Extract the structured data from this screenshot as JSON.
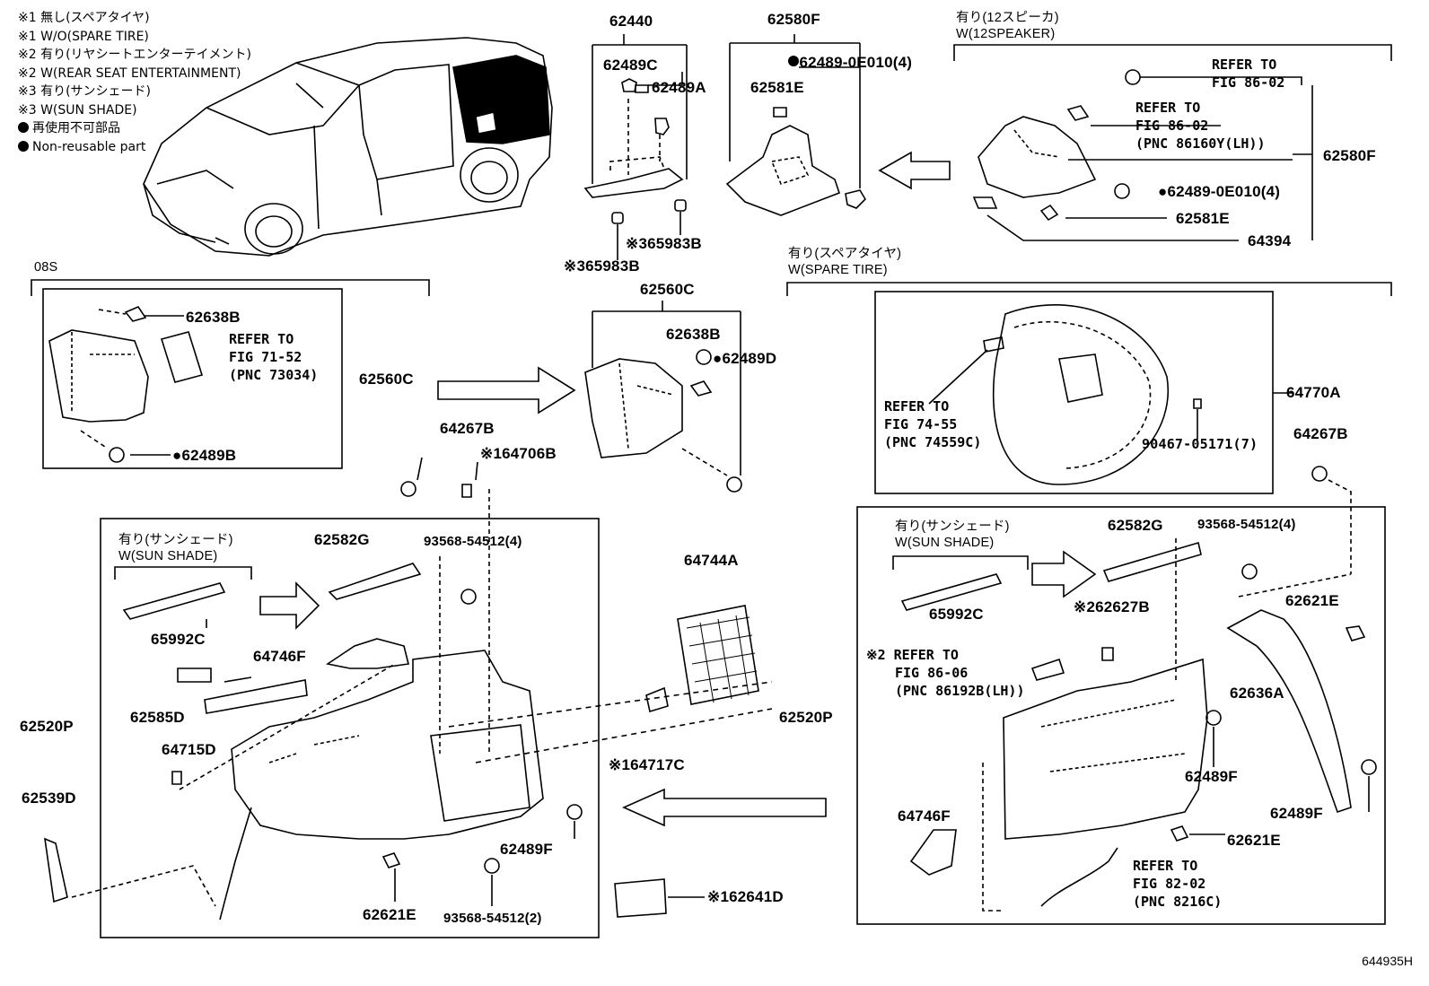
{
  "legend": [
    "※1 無し(スペアタイヤ)",
    "※1 W/O(SPARE TIRE)",
    "※2 有り(リヤシートエンターテイメント)",
    "※2 W(REAR SEAT ENTERTAINMENT)",
    "※3 有り(サンシェード)",
    "※3 W(SUN SHADE)",
    "再使用不可部品",
    "Non-reusable part"
  ],
  "figure_code": "644935H",
  "group_notes": {
    "o8s": "08S",
    "speaker_jp": "有り(12スピーカ)",
    "speaker_en": "W(12SPEAKER)",
    "spare_jp": "有り(スペアタイヤ)",
    "spare_en": "W(SPARE TIRE)",
    "sun_left_jp": "有り(サンシェード)",
    "sun_left_en": "W(SUN SHADE)",
    "sun_right_jp": "有り(サンシェード)",
    "sun_right_en": "W(SUN SHADE)"
  },
  "refs": {
    "r1": [
      "REFER TO",
      "FIG 71-52",
      "(PNC 73034)"
    ],
    "r2": [
      "REFER TO",
      "FIG 86-02"
    ],
    "r3": [
      "REFER TO",
      "FIG 86-02",
      "(PNC 86160Y(LH))"
    ],
    "r4": [
      "REFER TO",
      "FIG 74-55",
      "(PNC 74559C)"
    ],
    "r5": [
      "※2 REFER TO",
      "FIG 86-06",
      "(PNC 86192B(LH))"
    ],
    "r6": [
      "REFER TO",
      "FIG 82-02",
      "(PNC 8216C)"
    ]
  },
  "parts": {
    "p62440": "62440",
    "p62489C": "62489C",
    "p62489A": "62489A",
    "p65983B_a": "※365983B",
    "p65983B_b": "※365983B",
    "p62580F_top": "62580F",
    "p62489_0E010_a": "●62489-0E010(4)",
    "p62581E_a": "62581E",
    "p62580F_right": "62580F",
    "p62489_0E010_b": "●62489-0E010(4)",
    "p62581E_b": "62581E",
    "p64394": "64394",
    "p62638B_a": "62638B",
    "p62560C_left": "62560C",
    "p62489B": "●62489B",
    "p62560C_center": "62560C",
    "p62638B_b": "62638B",
    "p62489D": "●62489D",
    "p64770A": "64770A",
    "p90467": "90467-05171(7)",
    "p64267B_a": "64267B",
    "p64706B": "※164706B",
    "p64267B_b": "64267B",
    "p62582G_a": "62582G",
    "p93568_4_a": "93568-54512(4)",
    "p65992C_a": "65992C",
    "p64746F_a": "64746F",
    "p62585D": "62585D",
    "p64715D": "64715D",
    "p62520P_a": "62520P",
    "p62539D": "62539D",
    "p64744A": "64744A",
    "p64717C": "※164717C",
    "p62489F_a": "62489F",
    "p62621E_a": "62621E",
    "p93568_2": "93568-54512(2)",
    "p62641D": "※162641D",
    "p62582G_b": "62582G",
    "p93568_4_b": "93568-54512(4)",
    "p65992C_b": "65992C",
    "p62627B": "※262627B",
    "p62621E_b": "62621E",
    "p62636A": "62636A",
    "p62520P_b": "62520P",
    "p62489F_b": "62489F",
    "p62489F_c": "62489F",
    "p64746F_b": "64746F",
    "p62621E_c": "62621E"
  }
}
